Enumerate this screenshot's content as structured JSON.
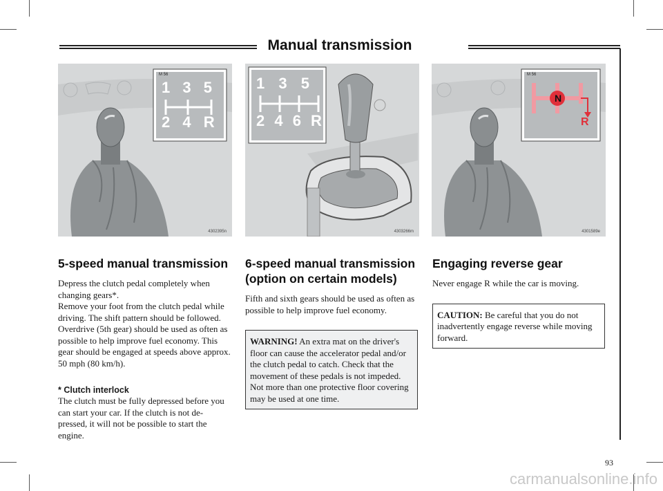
{
  "page": {
    "title": "Manual transmission",
    "page_number": "93",
    "watermark": "carmanualsonline.info"
  },
  "images": [
    {
      "code": "4302395n",
      "label": "M 56",
      "gears_top": "1 3 5",
      "gears_bottom": "2 4 R"
    },
    {
      "code": "4303266m",
      "gears_top": "1 3 5",
      "gears_bottom": "2 4 6 R"
    },
    {
      "code": "4301589e",
      "label": "M 56",
      "neutral": "N",
      "reverse": "R"
    }
  ],
  "col1": {
    "heading": "5-speed manual transmission",
    "body_lines": [
      "Depress the clutch pedal completely when changing gears*.",
      "Remove your foot from the clutch pedal while driving. The shift pattern should be followed. Overdrive (5th gear) should be used as often as possible to help improve fuel economy. This gear should be engaged at speeds above approx. 50 mph (80 km/h)."
    ],
    "subheading": "* Clutch interlock",
    "sub_body": "The clutch must be fully depressed before you can start your car. If the clutch is not de-pressed, it will not be possible to start the engine."
  },
  "col2": {
    "heading": "6-speed manual transmission (option on certain models)",
    "body": "Fifth and sixth gears should be used as often as possible to help improve fuel economy.",
    "warning_label": "WARNING!",
    "warning_text": " An extra mat on the driver's floor can cause the accelerator pedal and/or the clutch pedal to catch. Check that the movement of these pedals is not impeded. Not more than one protective floor covering may be used at one time."
  },
  "col3": {
    "heading": "Engaging reverse gear",
    "body": "Never engage R while the car is moving.",
    "caution_label": "CAUTION:",
    "caution_text": " Be careful that you do not inadvertently engage reverse while moving forward."
  },
  "colors": {
    "reverse_highlight": "#e0303a",
    "illustration_bg": "#d6d8d9",
    "notice_bg": "#eff0f1"
  }
}
